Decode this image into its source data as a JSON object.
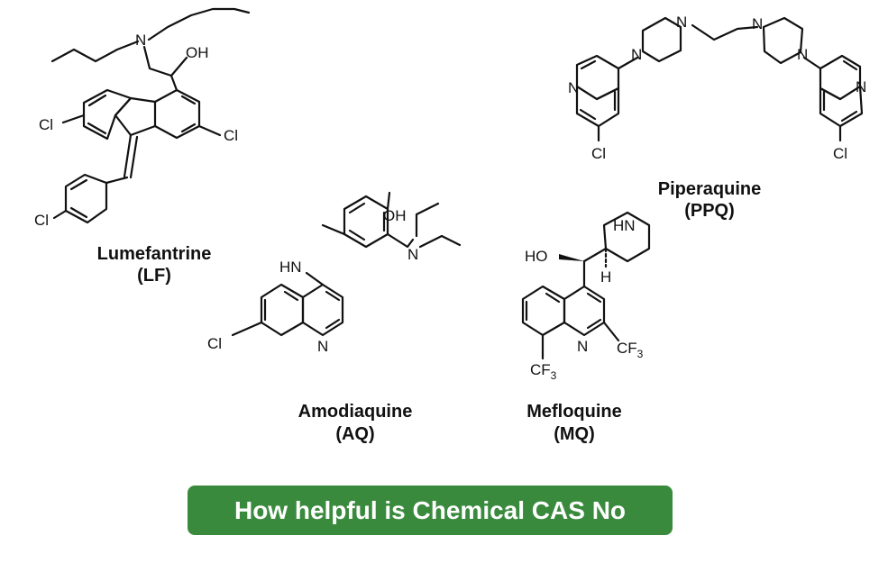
{
  "atoms": {
    "N": "N",
    "OH": "OH",
    "HO": "HO",
    "HN": "HN",
    "Cl": "Cl",
    "H": "H",
    "CF": "CF",
    "three": "3"
  },
  "compounds": [
    {
      "name": "Lumefantrine",
      "abbr": "(LF)"
    },
    {
      "name": "Piperaquine",
      "abbr": "(PPQ)"
    },
    {
      "name": "Amodiaquine",
      "abbr": "(AQ)"
    },
    {
      "name": "Mefloquine",
      "abbr": "(MQ)"
    }
  ],
  "banner": {
    "text": "How helpful is Chemical CAS No",
    "color": "#3a8a3e"
  }
}
